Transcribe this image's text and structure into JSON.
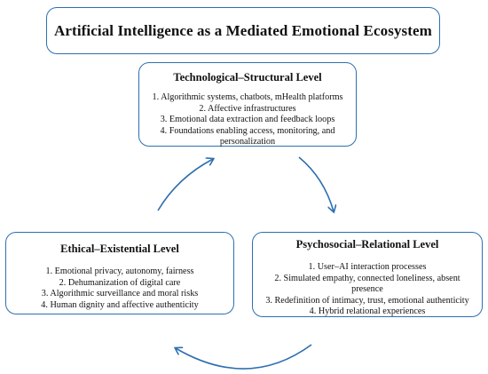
{
  "title": "Artificial Intelligence as a Mediated Emotional Ecosystem",
  "colors": {
    "border": "#2e6fb0",
    "arrow": "#2e6fb0"
  },
  "levels": {
    "technological": {
      "heading": "Technological–Structural Level",
      "items": [
        "1. Algorithmic systems, chatbots, mHealth platforms",
        "2. Affective infrastructures",
        "3. Emotional data extraction and feedback loops",
        "4. Foundations enabling access, monitoring, and",
        "personalization"
      ]
    },
    "ethical": {
      "heading": "Ethical–Existential Level",
      "items": [
        "1. Emotional privacy, autonomy, fairness",
        "2. Dehumanization of digital care",
        "3. Algorithmic surveillance and moral risks",
        "4. Human dignity and affective authenticity"
      ]
    },
    "psychosocial": {
      "heading": "Psychosocial–Relational Level",
      "items": [
        "1. User–AI interaction processes",
        "2. Simulated empathy, connected loneliness, absent",
        "presence",
        "3. Redefinition of intimacy, trust, emotional authenticity",
        "4. Hybrid relational experiences"
      ]
    }
  }
}
